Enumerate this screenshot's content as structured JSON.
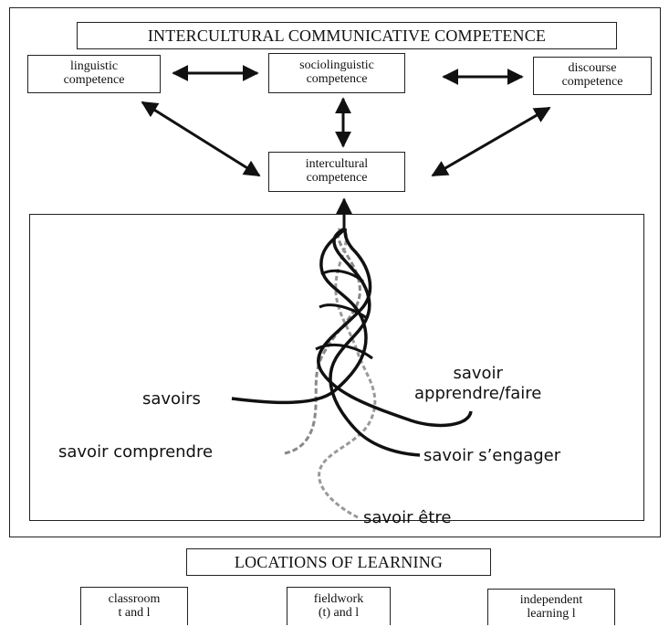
{
  "top": {
    "title": "INTERCULTURAL COMMUNICATIVE COMPETENCE",
    "linguistic": [
      "linguistic",
      "competence"
    ],
    "sociolinguistic": [
      "sociolinguistic",
      "competence"
    ],
    "discourse": [
      "discourse",
      "competence"
    ],
    "intercultural": [
      "intercultural",
      "competence"
    ]
  },
  "strands": {
    "savoirs": "savoirs",
    "savoir_apprendre": [
      "savoir",
      "apprendre/faire"
    ],
    "savoir_comprendre": "savoir comprendre",
    "savoir_engager": "savoir s’engager",
    "savoir_etre": "savoir être"
  },
  "locations": {
    "title": "LOCATIONS OF LEARNING",
    "classroom": [
      "classroom",
      "t and l"
    ],
    "fieldwork": [
      "fieldwork",
      "(t) and l"
    ],
    "independent": [
      "independent",
      "learning l"
    ]
  }
}
